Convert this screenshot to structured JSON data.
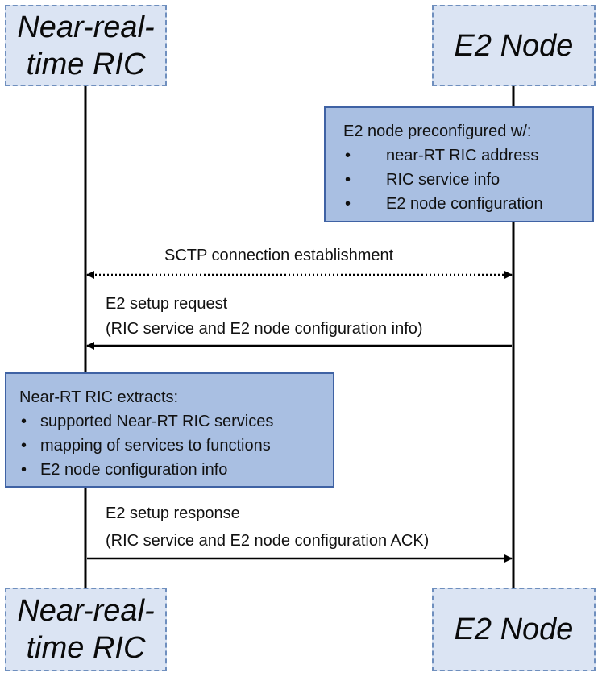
{
  "participants": {
    "near_rt_ric": {
      "line1": "Near-real-",
      "line2": "time RIC"
    },
    "e2_node": {
      "label": "E2 Node"
    }
  },
  "notes": {
    "e2_preconfig": {
      "title": "E2 node preconfigured w/:",
      "items": [
        "near-RT RIC address",
        "RIC service info",
        "E2 node configuration"
      ]
    },
    "ric_extracts": {
      "title": "Near-RT RIC extracts:",
      "items": [
        "supported Near-RT RIC services",
        "mapping of services to functions",
        "E2 node configuration info"
      ]
    }
  },
  "messages": {
    "sctp": {
      "label": "SCTP connection establishment",
      "direction": "bidirectional",
      "style": "dotted"
    },
    "setup_request": {
      "line1": "E2 setup request",
      "line2": "(RIC service and E2 node configuration info)",
      "direction": "e2_node_to_ric",
      "style": "solid"
    },
    "setup_response": {
      "line1": "E2 setup response",
      "line2": "(RIC service and E2 node configuration ACK)",
      "direction": "ric_to_e2_node",
      "style": "solid"
    }
  },
  "bullet": "•",
  "colors": {
    "actor_fill": "#dbe4f3",
    "actor_border": "#6f8fbe",
    "note_fill": "#a9bfe2",
    "note_border": "#3f62a4",
    "line": "#000000"
  }
}
